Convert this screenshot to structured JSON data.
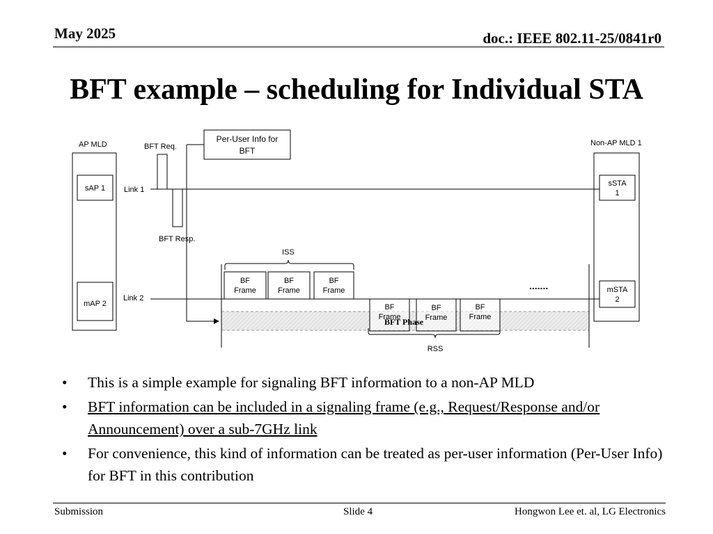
{
  "header": {
    "date": "May 2025",
    "doc_id": "doc.: IEEE 802.11-25/0841r0"
  },
  "title": "BFT example – scheduling for Individual STA",
  "diagram": {
    "ap_mld_label": "AP MLD",
    "non_ap_mld_label": "Non-AP MLD 1",
    "sap_label": "sAP 1",
    "map_label": "mAP 2",
    "ssta_label": [
      "sSTA",
      "1"
    ],
    "msta_label": [
      "mSTA",
      "2"
    ],
    "link1_label": "Link 1",
    "link2_label": "Link 2",
    "bft_req_label": "BFT Req.",
    "bft_resp_label": "BFT Resp.",
    "per_user_info_label": [
      "Per-User Info for",
      "BFT"
    ],
    "iss_label": "ISS",
    "rss_label": "RSS",
    "bf_frame_label": [
      "BF",
      "Frame"
    ],
    "bft_phase_label": "BFT Phase",
    "ellipsis": "......."
  },
  "bullets": [
    "This is a simple example for signaling BFT information to a non-AP MLD",
    "BFT information can be included in a signaling frame (e.g., Request/Response and/or Announcement) over a sub-7GHz link",
    "For convenience, this kind of information can be treated as per-user information (Per-User Info) for BFT in this contribution"
  ],
  "footer": {
    "left": "Submission",
    "center": "Slide 4",
    "right": "Hongwon Lee et. al, LG Electronics"
  }
}
